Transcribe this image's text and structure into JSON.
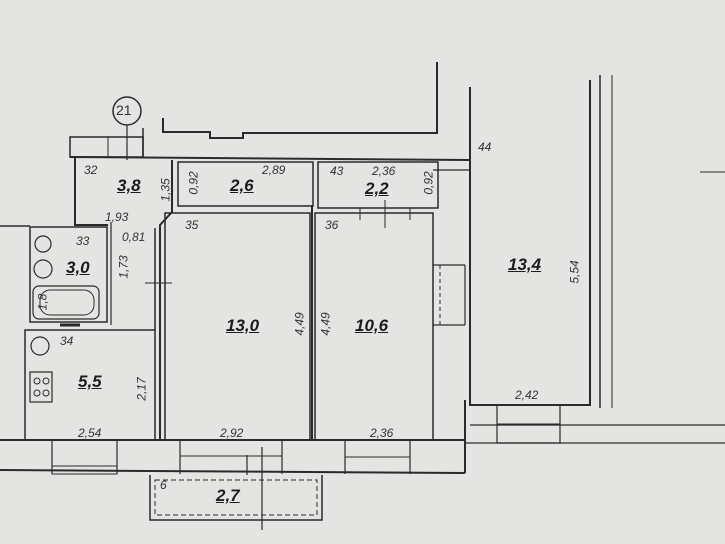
{
  "plan": {
    "axis_marker": "21",
    "rooms": [
      {
        "number": "32",
        "area": "3,8"
      },
      {
        "number": "",
        "area": "2,6"
      },
      {
        "number": "43",
        "area": "2,2"
      },
      {
        "number": "33",
        "area": "3,0"
      },
      {
        "number": "34",
        "area": "5,5"
      },
      {
        "number": "35",
        "area": "13,0"
      },
      {
        "number": "36",
        "area": "10,6"
      },
      {
        "number": "44",
        "area": "13,4"
      },
      {
        "number": "6",
        "area": "2,7"
      }
    ],
    "dimensions": {
      "hall_height": "1,35",
      "hall_width": "1,93",
      "hall_passage": "0,81",
      "hall_length": "1,73",
      "closet1_depth": "0,92",
      "closet1_width": "2,89",
      "closet2_width": "2,36",
      "closet2_depth": "0,92",
      "bath_length": "1,8",
      "kitchen_depth": "2,17",
      "kitchen_width": "2,54",
      "room35_width": "2,92",
      "room35_depth": "4,49",
      "room36_depth": "4,49",
      "room36_width": "2,36",
      "room44_depth": "5,54",
      "room44_width": "2,42"
    }
  }
}
